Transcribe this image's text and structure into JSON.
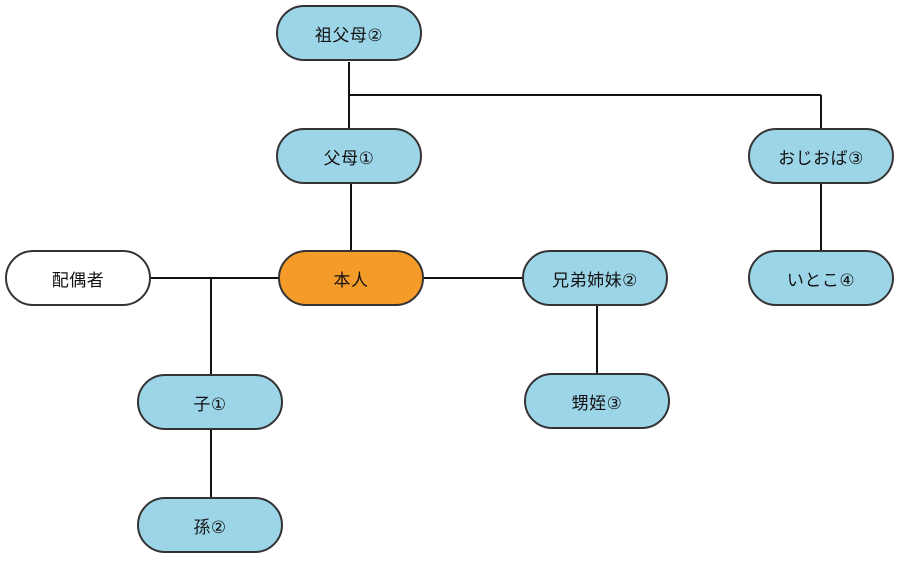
{
  "colors": {
    "relative_fill": "#9dd5e8",
    "self_fill": "#f59b2a",
    "spouse_fill": "#ffffff",
    "border": "#333333",
    "line": "#111111"
  },
  "nodes": {
    "grandparents": "祖父母②",
    "parents": "父母①",
    "aunt_uncle": "おじおば③",
    "spouse": "配偶者",
    "self": "本人",
    "siblings": "兄弟姉妹②",
    "cousin": "いとこ④",
    "child": "子①",
    "nephew_niece": "甥姪③",
    "grandchild": "孫②"
  }
}
